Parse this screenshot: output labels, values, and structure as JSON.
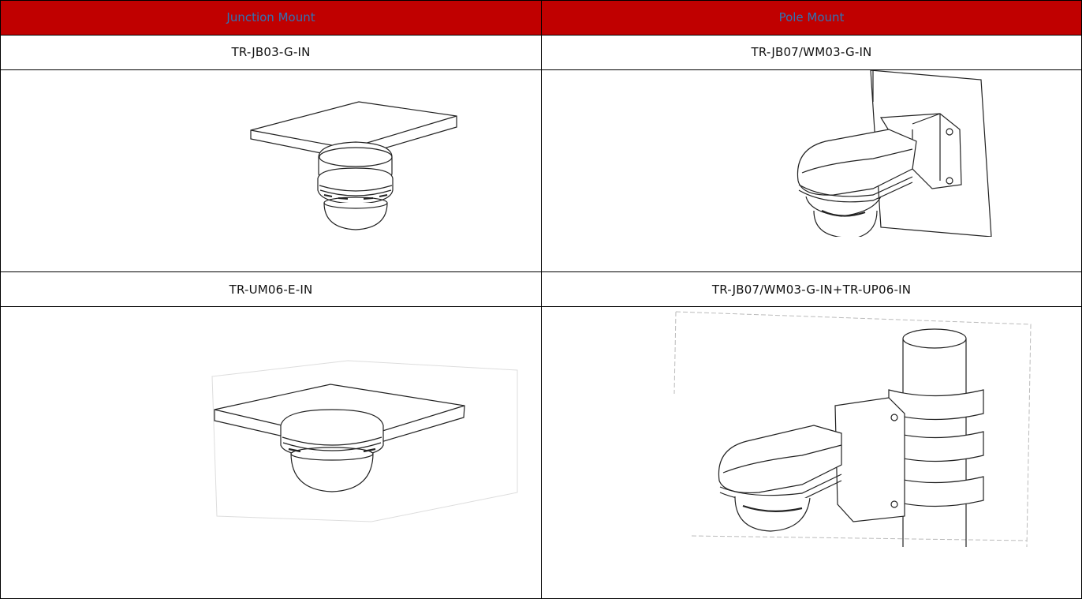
{
  "header": {
    "col1": "Junction Mount",
    "col2": "Pole Mount"
  },
  "rows": [
    {
      "left_model": "TR-JB03-G-IN",
      "right_model": "TR-JB07/WM03-G-IN"
    },
    {
      "left_model": "TR-UM06-E-IN",
      "right_model": "TR-JB07/WM03-G-IN+TR-UP06-IN"
    }
  ],
  "colors": {
    "header_bg": "#c00000",
    "header_text": "#2e74b5",
    "border": "#000000"
  },
  "icons": {
    "junction_box_illustration": "dome-camera-junction-box-drawing",
    "wall_mount_illustration": "dome-camera-wall-mount-drawing",
    "universal_mount_illustration": "dome-camera-universal-mount-drawing",
    "pole_mount_illustration": "dome-camera-pole-mount-drawing"
  }
}
